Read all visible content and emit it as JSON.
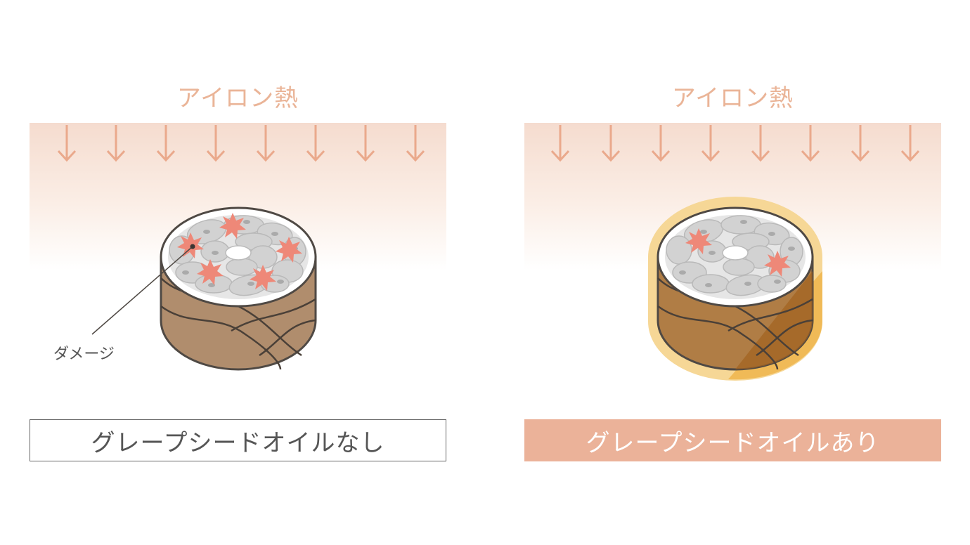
{
  "panels": [
    {
      "heat_label": "アイロン熱",
      "condition_label": "グレープシードオイルなし",
      "damage_callout": "ダメージ",
      "damage_spots": 5,
      "oil_coating": false
    },
    {
      "heat_label": "アイロン熱",
      "condition_label": "グレープシードオイルあり",
      "damage_spots": 2,
      "oil_coating": true
    }
  ],
  "colors": {
    "heat": "#eab497",
    "hair_dry": "#b08d6d",
    "hair_oiled": "#ad7a3f",
    "oil": "#f3c06a",
    "damage": "#ee8878",
    "label_active": "#ebb299"
  }
}
